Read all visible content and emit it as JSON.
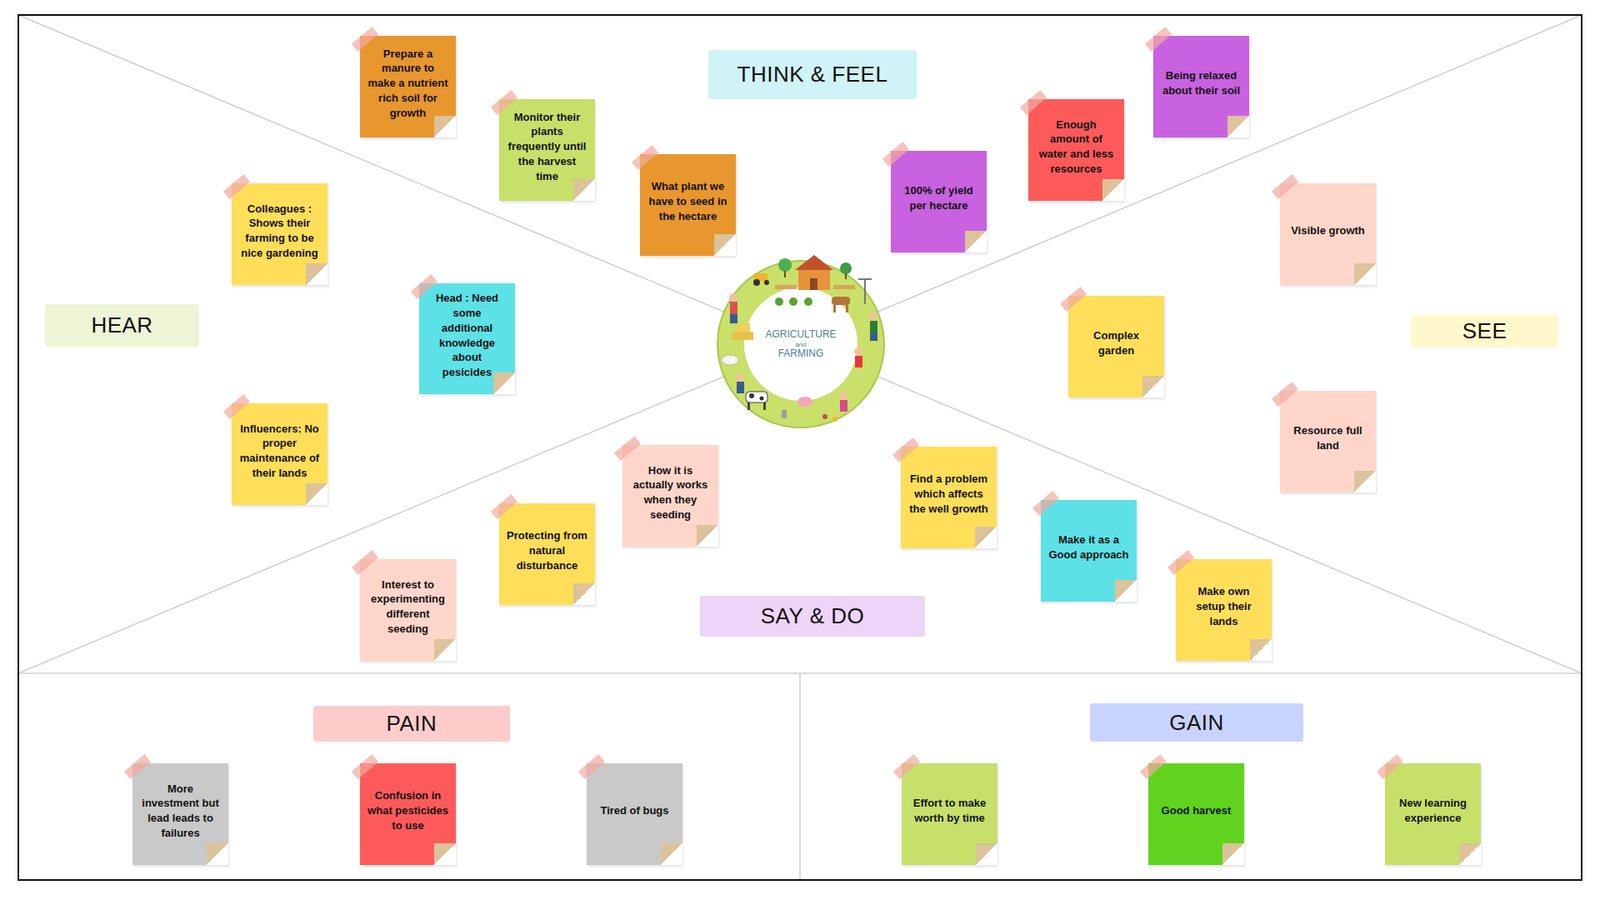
{
  "diagram": {
    "nodes": [
      {
        "text": [
          "THINK & FEEL"
        ]
      },
      {
        "text": [
          "Prepare a manure to make a nutrient rich soil for growth"
        ]
      },
      {
        "text": [
          "Monitor their plants frequently until the harvest time"
        ]
      },
      {
        "text": [
          "What plant we have to seed in the hectare"
        ]
      },
      {
        "text": [
          "100% of yield per hectare"
        ]
      },
      {
        "text": [
          "Enough amount of water and less resources"
        ]
      },
      {
        "text": [
          "Being relaxed about their soil"
        ]
      },
      {
        "text": [
          "HEAR"
        ]
      },
      {
        "text": [
          "Colleagues : Shows their farming to be nice gardening"
        ]
      },
      {
        "text": [
          "Head : Need some additional knowledge about pesicides"
        ]
      },
      {
        "text": [
          "Influencers: No proper maintenance of their lands"
        ]
      },
      {
        "text": [
          "SEE"
        ]
      },
      {
        "text": [
          "Visible growth"
        ]
      },
      {
        "text": [
          "Complex garden"
        ]
      },
      {
        "text": [
          "Resource full land"
        ]
      },
      {
        "text": [
          "SAY & DO"
        ]
      },
      {
        "text": [
          "How it is actually works when they seeding"
        ]
      },
      {
        "text": [
          "Protecting from natural disturbance"
        ]
      },
      {
        "text": [
          "Interest to experimenting different seeding"
        ]
      },
      {
        "text": [
          "Find a problem which affects the well growth"
        ]
      },
      {
        "text": [
          "Make it as a Good approach"
        ]
      },
      {
        "text": [
          "Make own setup their lands"
        ]
      },
      {
        "text": [
          "PAIN"
        ]
      },
      {
        "text": [
          "More investment but lead leads to failures"
        ]
      },
      {
        "text": [
          "Confusion in what pesticides to use"
        ]
      },
      {
        "text": [
          "Tired of bugs"
        ]
      },
      {
        "text": [
          "GAIN"
        ]
      },
      {
        "text": [
          "Effort to make worth by time"
        ]
      },
      {
        "text": [
          "Good harvest"
        ]
      },
      {
        "text": [
          "New learning experience"
        ]
      }
    ],
    "labels": [
      "AGRICULTURE",
      "and",
      "FARMING"
    ]
  }
}
